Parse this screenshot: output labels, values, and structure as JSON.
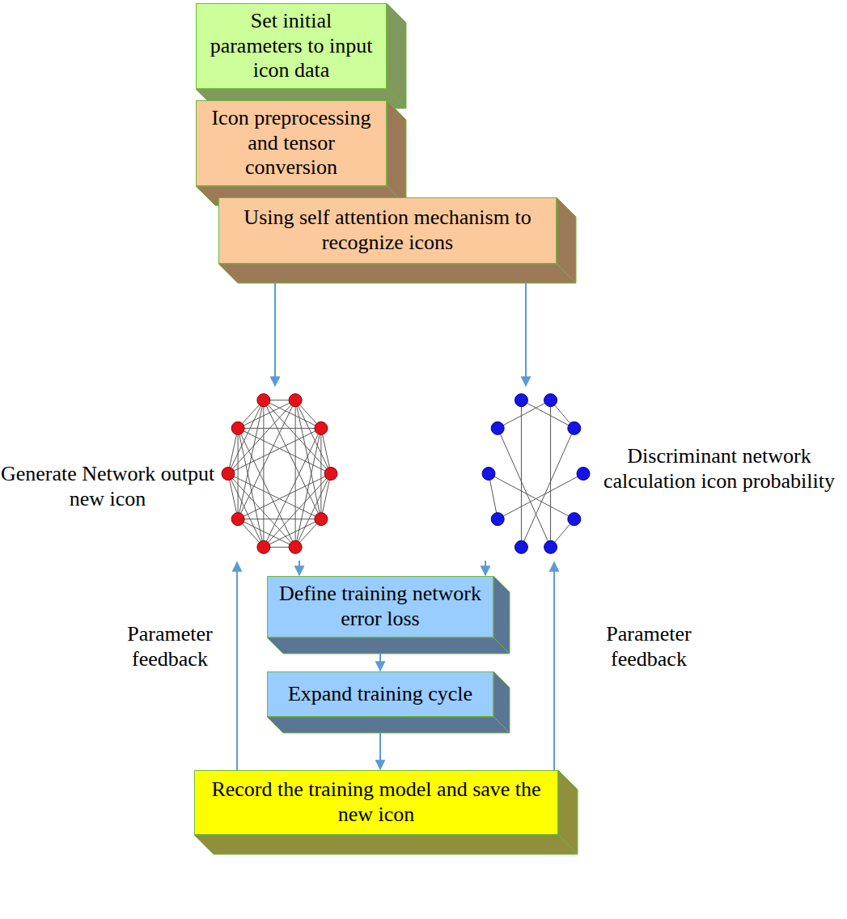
{
  "diagram": {
    "nodes": [
      {
        "text": [
          "Set initial parameters to input icon data"
        ]
      },
      {
        "text": [
          "Icon preprocessing and tensor conversion"
        ]
      },
      {
        "text": [
          "Using self attention mechanism to recognize icons"
        ]
      },
      {
        "text": [
          "Generate Network output new icon"
        ]
      },
      {
        "text": [
          "Discriminant network calculation icon probability"
        ]
      },
      {
        "text": [
          "Define training network error loss"
        ]
      },
      {
        "text": [
          "Expand training cycle"
        ]
      },
      {
        "text": [
          "Record the training model and save the new icon"
        ]
      }
    ],
    "edges": [
      {
        "from": 0,
        "to": 1,
        "arrow": "to"
      },
      {
        "from": 1,
        "to": 2,
        "arrow": "to"
      },
      {
        "from": 2,
        "to": 3,
        "arrow": "to"
      },
      {
        "from": 2,
        "to": 4,
        "arrow": "to"
      },
      {
        "from": 3,
        "to": 5,
        "arrow": "to"
      },
      {
        "from": 4,
        "to": 5,
        "arrow": "to"
      },
      {
        "from": 5,
        "to": 6,
        "arrow": "to"
      },
      {
        "from": 6,
        "to": 7,
        "arrow": "to"
      },
      {
        "from": 7,
        "to": 3,
        "arrow": "to"
      },
      {
        "from": 7,
        "to": 4,
        "arrow": "to"
      }
    ],
    "labels": [
      "Parameter feedback",
      "Parameter feedback"
    ]
  }
}
